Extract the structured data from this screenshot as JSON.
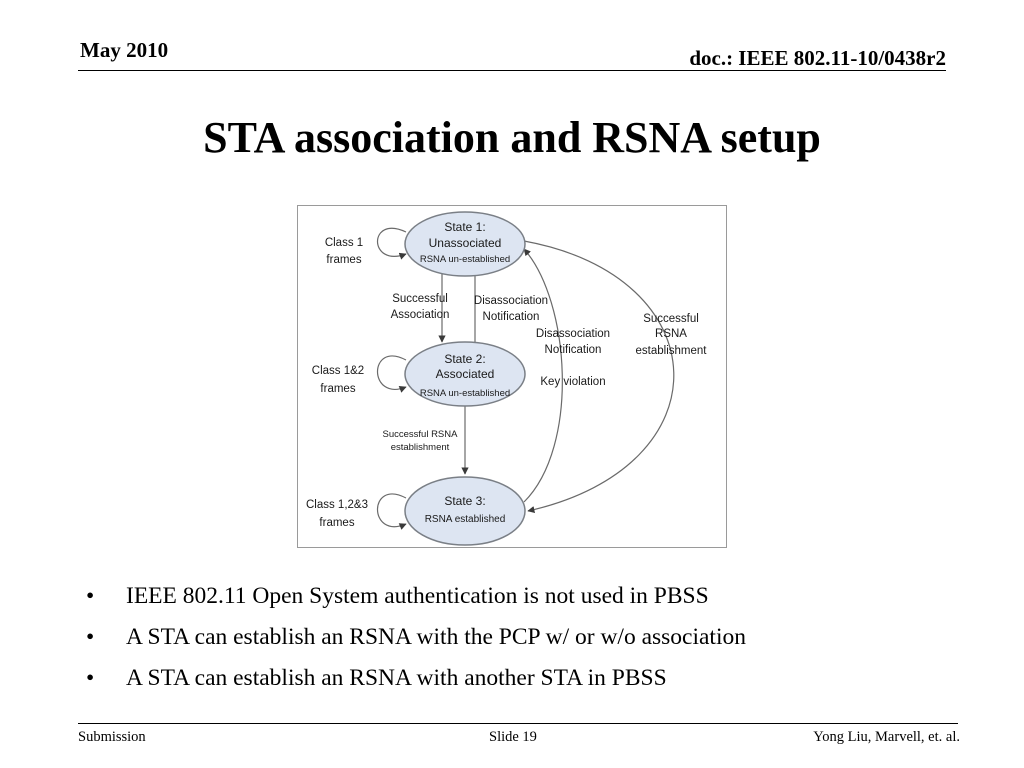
{
  "header": {
    "date": "May 2010",
    "doc_id": "doc.: IEEE 802.11-10/0438r2"
  },
  "title": "STA association and RSNA setup",
  "diagram": {
    "states": [
      {
        "title": "State 1:",
        "subtitle": "Unassociated",
        "detail": "RSNA un-established"
      },
      {
        "title": "State 2:",
        "subtitle": "Associated",
        "detail": "RSNA un-established"
      },
      {
        "title": "State 3:",
        "subtitle": "",
        "detail": "RSNA established"
      }
    ],
    "self_loops": [
      {
        "line1": "Class 1",
        "line2": "frames"
      },
      {
        "line1": "Class 1&2",
        "line2": "frames"
      },
      {
        "line1": "Class 1,2&3",
        "line2": "frames"
      }
    ],
    "transitions": {
      "s1_to_s2": {
        "line1": "Successful",
        "line2": "Association"
      },
      "s2_to_s1": {
        "line1": "Disassociation",
        "line2": "Notification"
      },
      "s3_to_s1": {
        "line1": "Disassociation",
        "line2": "Notification"
      },
      "s3_to_s1_key": "Key violation",
      "s1_to_s3": {
        "line1": "Successful",
        "line2": "RSNA",
        "line3": "establishment"
      },
      "s2_to_s3": {
        "line1": "Successful RSNA",
        "line2": "establishment"
      }
    },
    "colors": {
      "state_fill": "#dde5f2",
      "state_stroke": "#7a7f86",
      "line": "#6a6a6a"
    }
  },
  "bullets": [
    "IEEE 802.11 Open System authentication is not used in PBSS",
    "A STA can establish an RSNA with the PCP w/ or w/o association",
    "A STA can establish an RSNA with another STA in PBSS"
  ],
  "bullet_glyph": "•",
  "footer": {
    "left": "Submission",
    "center": "Slide 19",
    "right": "Yong Liu, Marvell, et. al."
  }
}
